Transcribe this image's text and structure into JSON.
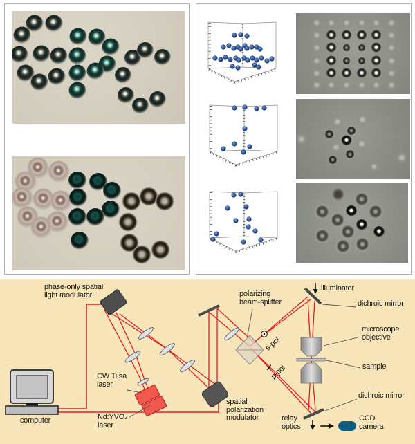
{
  "colors": {
    "diagram_bg": "#f8e6ba",
    "beam_red": "#e31e24",
    "sphere_blue": "#2f57a0",
    "laser_box": "#f2594d",
    "ccd_body": "#115e80",
    "modulator_box": "#4d4d4d"
  },
  "icons": {
    "illuminator_arrow": "down-arrow",
    "relay_arrow": "down-arrow",
    "ccd_arrow": "right-arrow",
    "s_pol_symbol": "circled-dot",
    "p_pol_symbol": "tick-line"
  },
  "left_panel": {
    "photo_top": {
      "particles": [
        [
          32,
          18,
          25,
          "p-k"
        ],
        [
          60,
          18,
          25,
          "p-k"
        ],
        [
          14,
          35,
          25,
          "p-k"
        ],
        [
          95,
          37,
          25,
          "p-g"
        ],
        [
          122,
          38,
          25,
          "p-g"
        ],
        [
          142,
          52,
          25,
          "p-g"
        ],
        [
          10,
          63,
          25,
          "p-k"
        ],
        [
          42,
          62,
          25,
          "p-k"
        ],
        [
          67,
          65,
          25,
          "p-k"
        ],
        [
          94,
          65,
          25,
          "p-g"
        ],
        [
          174,
          68,
          24,
          "p-k"
        ],
        [
          192,
          57,
          24,
          "p-k"
        ],
        [
          217,
          67,
          24,
          "p-k"
        ],
        [
          137,
          77,
          25,
          "p-g"
        ],
        [
          19,
          90,
          25,
          "p-k"
        ],
        [
          64,
          95,
          25,
          "p-k"
        ],
        [
          94,
          90,
          25,
          "p-g"
        ],
        [
          120,
          87,
          25,
          "p-g"
        ],
        [
          160,
          93,
          24,
          "p-k"
        ],
        [
          39,
          103,
          25,
          "p-k"
        ],
        [
          94,
          115,
          25,
          "p-g"
        ],
        [
          164,
          122,
          24,
          "p-k"
        ],
        [
          185,
          137,
          24,
          "p-k"
        ],
        [
          210,
          128,
          24,
          "p-k"
        ]
      ]
    },
    "photo_bottom": {
      "particles": [
        [
          37,
          17,
          31,
          "p-f"
        ],
        [
          67,
          22,
          31,
          "p-f"
        ],
        [
          19,
          37,
          31,
          "p-f"
        ],
        [
          94,
          35,
          26,
          "p-d"
        ],
        [
          124,
          37,
          26,
          "p-d"
        ],
        [
          144,
          50,
          26,
          "p-d"
        ],
        [
          14,
          60,
          31,
          "p-f"
        ],
        [
          45,
          62,
          31,
          "p-f"
        ],
        [
          70,
          65,
          31,
          "p-f"
        ],
        [
          95,
          60,
          26,
          "p-d"
        ],
        [
          172,
          65,
          27,
          "p-r"
        ],
        [
          197,
          58,
          27,
          "p-r"
        ],
        [
          220,
          65,
          27,
          "p-r"
        ],
        [
          142,
          77,
          26,
          "p-d"
        ],
        [
          22,
          88,
          31,
          "p-f"
        ],
        [
          65,
          95,
          31,
          "p-f"
        ],
        [
          94,
          88,
          26,
          "p-d"
        ],
        [
          120,
          88,
          26,
          "p-d"
        ],
        [
          167,
          95,
          27,
          "p-r"
        ],
        [
          42,
          103,
          31,
          "p-f"
        ],
        [
          97,
          122,
          26,
          "p-d"
        ],
        [
          169,
          125,
          27,
          "p-r"
        ],
        [
          187,
          142,
          27,
          "p-r"
        ],
        [
          214,
          135,
          27,
          "p-r"
        ]
      ]
    }
  },
  "right_panel": {
    "rows": [
      {
        "plot": {
          "spheres": [
            [
              50,
              30
            ],
            [
              59,
              29
            ],
            [
              68,
              31
            ],
            [
              34,
              47
            ],
            [
              42,
              45
            ],
            [
              49,
              49
            ],
            [
              55,
              47
            ],
            [
              59,
              50
            ],
            [
              65,
              45
            ],
            [
              68,
              49
            ],
            [
              75,
              47
            ],
            [
              82,
              47
            ],
            [
              87,
              50
            ],
            [
              22,
              63
            ],
            [
              30,
              65
            ],
            [
              37,
              62
            ],
            [
              44,
              65
            ],
            [
              52,
              63
            ],
            [
              56,
              66
            ],
            [
              64,
              63
            ],
            [
              69,
              66
            ],
            [
              76,
              63
            ],
            [
              82,
              66
            ],
            [
              89,
              63
            ],
            [
              97,
              67
            ],
            [
              104,
              64
            ],
            [
              47,
              75
            ],
            [
              55,
              77
            ],
            [
              79,
              73
            ],
            [
              85,
              76
            ]
          ]
        },
        "micro": {
          "particles": [
            [
              30,
              14,
              15,
              "m-b"
            ],
            [
              51,
              14,
              15,
              "m-b"
            ],
            [
              73,
              14,
              15,
              "m-b"
            ],
            [
              95,
              14,
              15,
              "m-b"
            ],
            [
              116,
              14,
              15,
              "m-b"
            ],
            [
              138,
              14,
              15,
              "m-b"
            ],
            [
              30,
              32,
              15,
              "m-b"
            ],
            [
              51,
              32,
              15,
              "m-s"
            ],
            [
              73,
              32,
              15,
              "m-s"
            ],
            [
              95,
              32,
              15,
              "m-s"
            ],
            [
              116,
              32,
              15,
              "m-s"
            ],
            [
              138,
              32,
              15,
              "m-b"
            ],
            [
              30,
              50,
              15,
              "m-b"
            ],
            [
              51,
              50,
              15,
              "m-s"
            ],
            [
              73,
              50,
              12,
              "m-r"
            ],
            [
              95,
              50,
              12,
              "m-r"
            ],
            [
              116,
              50,
              15,
              "m-s"
            ],
            [
              138,
              50,
              15,
              "m-b"
            ],
            [
              30,
              69,
              15,
              "m-b"
            ],
            [
              51,
              69,
              15,
              "m-s"
            ],
            [
              73,
              69,
              12,
              "m-r"
            ],
            [
              95,
              69,
              12,
              "m-r"
            ],
            [
              116,
              69,
              15,
              "m-s"
            ],
            [
              138,
              69,
              15,
              "m-b"
            ],
            [
              30,
              87,
              15,
              "m-b"
            ],
            [
              51,
              87,
              15,
              "m-s"
            ],
            [
              73,
              87,
              15,
              "m-s"
            ],
            [
              95,
              87,
              15,
              "m-s"
            ],
            [
              116,
              87,
              15,
              "m-s"
            ],
            [
              138,
              87,
              15,
              "m-b"
            ],
            [
              30,
              104,
              15,
              "m-b"
            ],
            [
              51,
              104,
              15,
              "m-b"
            ],
            [
              73,
              104,
              15,
              "m-b"
            ],
            [
              95,
              104,
              15,
              "m-b"
            ],
            [
              116,
              104,
              15,
              "m-b"
            ],
            [
              138,
              104,
              15,
              "m-b"
            ]
          ]
        }
      },
      {
        "plot": {
          "spheres": [
            [
              48,
              15
            ],
            [
              63,
              14
            ],
            [
              80,
              16
            ],
            [
              91,
              15
            ],
            [
              63,
              45
            ],
            [
              48,
              67
            ],
            [
              32,
              74
            ],
            [
              70,
              71
            ],
            [
              61,
              79
            ]
          ]
        },
        "micro": {
          "particles": [
            [
              60,
              33,
              18,
              "m-b"
            ],
            [
              96,
              30,
              18,
              "m-b"
            ],
            [
              48,
              51,
              14,
              "m-r"
            ],
            [
              80,
              46,
              14,
              "m-r"
            ],
            [
              73,
              60,
              15,
              "m-w"
            ],
            [
              58,
              70,
              18,
              "m-b"
            ],
            [
              95,
              65,
              18,
              "m-b"
            ],
            [
              78,
              80,
              14,
              "m-r"
            ],
            [
              53,
              88,
              14,
              "m-r"
            ],
            [
              8,
              58,
              18,
              "m-b"
            ],
            [
              153,
              85,
              18,
              "m-b"
            ],
            [
              113,
              98,
              16,
              "m-b"
            ]
          ]
        }
      },
      {
        "plot": {
          "spheres": [
            [
              47,
              16
            ],
            [
              57,
              15
            ],
            [
              38,
              35
            ],
            [
              65,
              33
            ],
            [
              50,
              53
            ],
            [
              69,
              51
            ],
            [
              68,
              62
            ],
            [
              78,
              68
            ],
            [
              22,
              72
            ],
            [
              17,
              80
            ],
            [
              61,
              84
            ],
            [
              86,
              81
            ]
          ]
        },
        "micro": {
          "particles": [
            [
              61,
              17,
              18,
              "m-d"
            ],
            [
              95,
              24,
              22,
              "m-h"
            ],
            [
              38,
              42,
              22,
              "m-h"
            ],
            [
              80,
              41,
              16,
              "m-w"
            ],
            [
              115,
              42,
              22,
              "m-h"
            ],
            [
              60,
              54,
              22,
              "m-h"
            ],
            [
              95,
              61,
              16,
              "m-w"
            ],
            [
              120,
              71,
              16,
              "m-w"
            ],
            [
              38,
              77,
              22,
              "m-h"
            ],
            [
              75,
              71,
              22,
              "m-h"
            ],
            [
              68,
              92,
              22,
              "m-h"
            ],
            [
              96,
              89,
              22,
              "m-h"
            ]
          ]
        }
      }
    ]
  },
  "diagram": {
    "labels": {
      "slm": "phase-only spatial\nlight modulator",
      "computer": "computer",
      "ti_laser": "CW Ti:sa\nlaser",
      "nd_laser": "Nd:YVO₄\nlaser",
      "spm": "spatial\npolarization\nmodulator",
      "pbs": "polarizing\nbeam-splitter",
      "s_pol": "s-pol",
      "p_pol": "p-pol",
      "illuminator": "illuminator",
      "dichroic_top": "dichroic mirror",
      "objective": "microscope\nobjective",
      "sample": "sample",
      "dichroic_bottom": "dichroic mirror",
      "relay": "relay\noptics",
      "ccd": "CCD\ncamera"
    }
  }
}
